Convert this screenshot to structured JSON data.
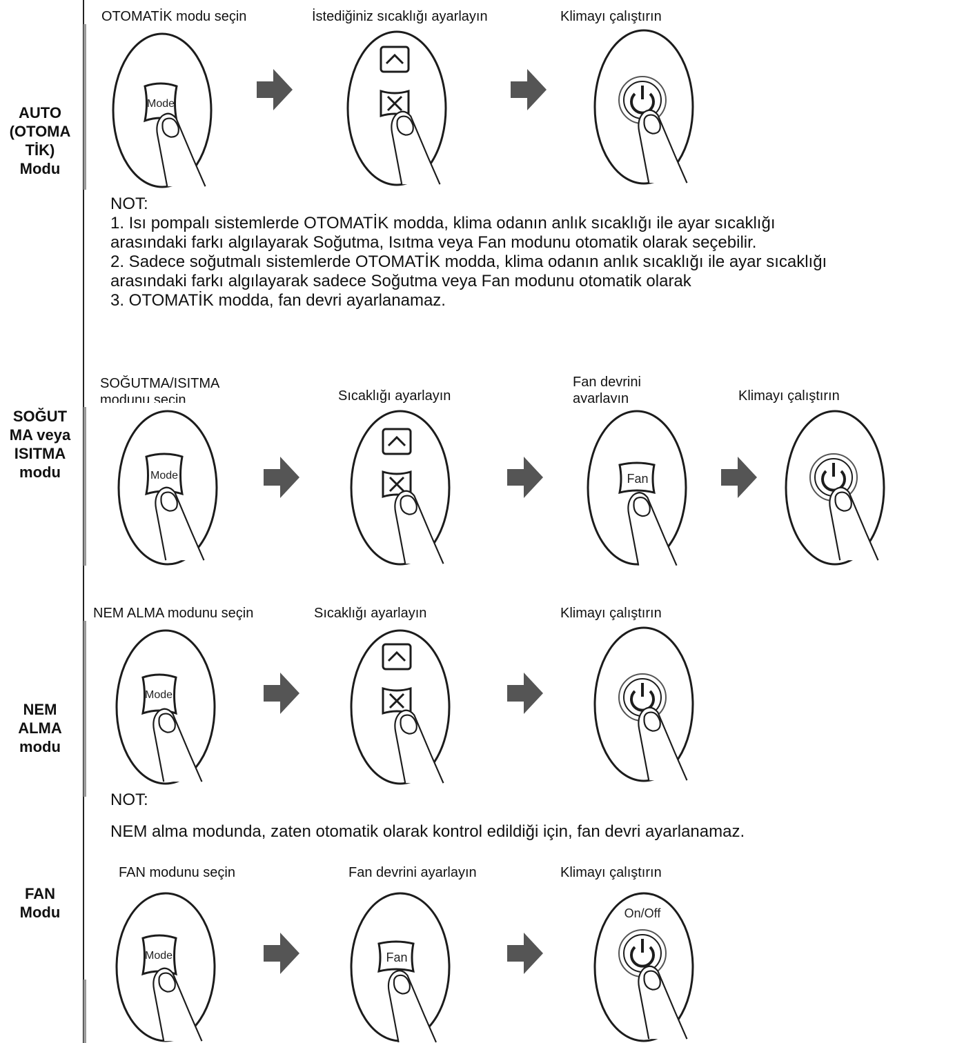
{
  "modes": {
    "auto": {
      "label": "AUTO\n(OTOMA\nTİK)\nModu",
      "steps": [
        "OTOMATİK modu seçin",
        "İstediğiniz sıcaklığı ayarlayın",
        "Klimayı çalıştırın"
      ],
      "note_title": "NOT:",
      "note_lines": [
        "1. Isı pompalı sistemlerde OTOMATİK modda, klima odanın anlık sıcaklığı ile ayar sıcaklığı",
        "arasındaki farkı algılayarak Soğutma, Isıtma veya Fan modunu otomatik olarak seçebilir.",
        "2. Sadece soğutmalı sistemlerde OTOMATİK modda, klima odanın anlık sıcaklığı ile ayar sıcaklığı",
        "arasındaki farkı algılayarak sadece Soğutma veya Fan modunu otomatik olarak",
        "3. OTOMATİK modda, fan devri ayarlanamaz."
      ]
    },
    "cool_heat": {
      "label": "SOĞUT\nMA veya\nISITMA\nmodu",
      "steps": [
        "SOĞUTMA/ISITMA modunu seçin",
        "Sıcaklığı ayarlayın",
        "Fan devrini ayarlayın",
        "Klimayı çalıştırın"
      ]
    },
    "dry": {
      "label": "NEM\nALMA\nmodu",
      "steps": [
        "NEM ALMA modunu seçin",
        "Sıcaklığı ayarlayın",
        "Klimayı çalıştırın"
      ],
      "note_title": "NOT:",
      "note_lines": [
        "NEM alma modunda, zaten otomatik olarak kontrol edildiği için, fan devri ayarlanamaz."
      ]
    },
    "fan": {
      "label": "FAN\nModu",
      "steps": [
        "FAN modunu seçin",
        "Fan devrini ayarlayın",
        "Klimayı çalıştırın"
      ]
    }
  },
  "button_text": {
    "mode": "Mode",
    "fan": "Fan",
    "onoff": "On/Off"
  },
  "icons": {
    "mode": "mode-button-press-icon",
    "temp": "temperature-up-down-press-icon",
    "fan": "fan-button-press-icon",
    "power": "power-button-press-icon",
    "arrow": "arrow-right-icon"
  }
}
